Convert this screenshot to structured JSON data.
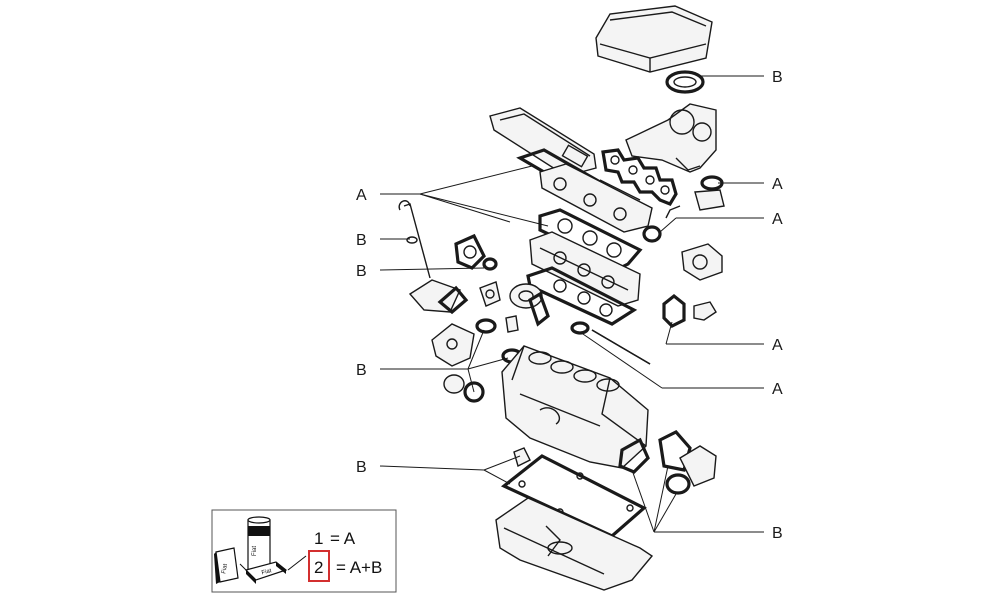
{
  "callouts": [
    {
      "id": "b1",
      "text": "B"
    },
    {
      "id": "a1",
      "text": "A"
    },
    {
      "id": "a2",
      "text": "A"
    },
    {
      "id": "a3",
      "text": "A"
    },
    {
      "id": "b2",
      "text": "B"
    },
    {
      "id": "b3",
      "text": "B"
    },
    {
      "id": "a4",
      "text": "A"
    },
    {
      "id": "b4",
      "text": "B"
    },
    {
      "id": "a5",
      "text": "A"
    },
    {
      "id": "b5",
      "text": "B"
    },
    {
      "id": "b6",
      "text": "B"
    }
  ],
  "legend": {
    "row1": {
      "number": "1",
      "value": "= A"
    },
    "row2": {
      "number": "2",
      "value": "= A+B"
    },
    "highlight_color": "#d32f2f",
    "icon_labels": [
      "Fiat",
      "Fiat",
      "Fiat"
    ]
  }
}
